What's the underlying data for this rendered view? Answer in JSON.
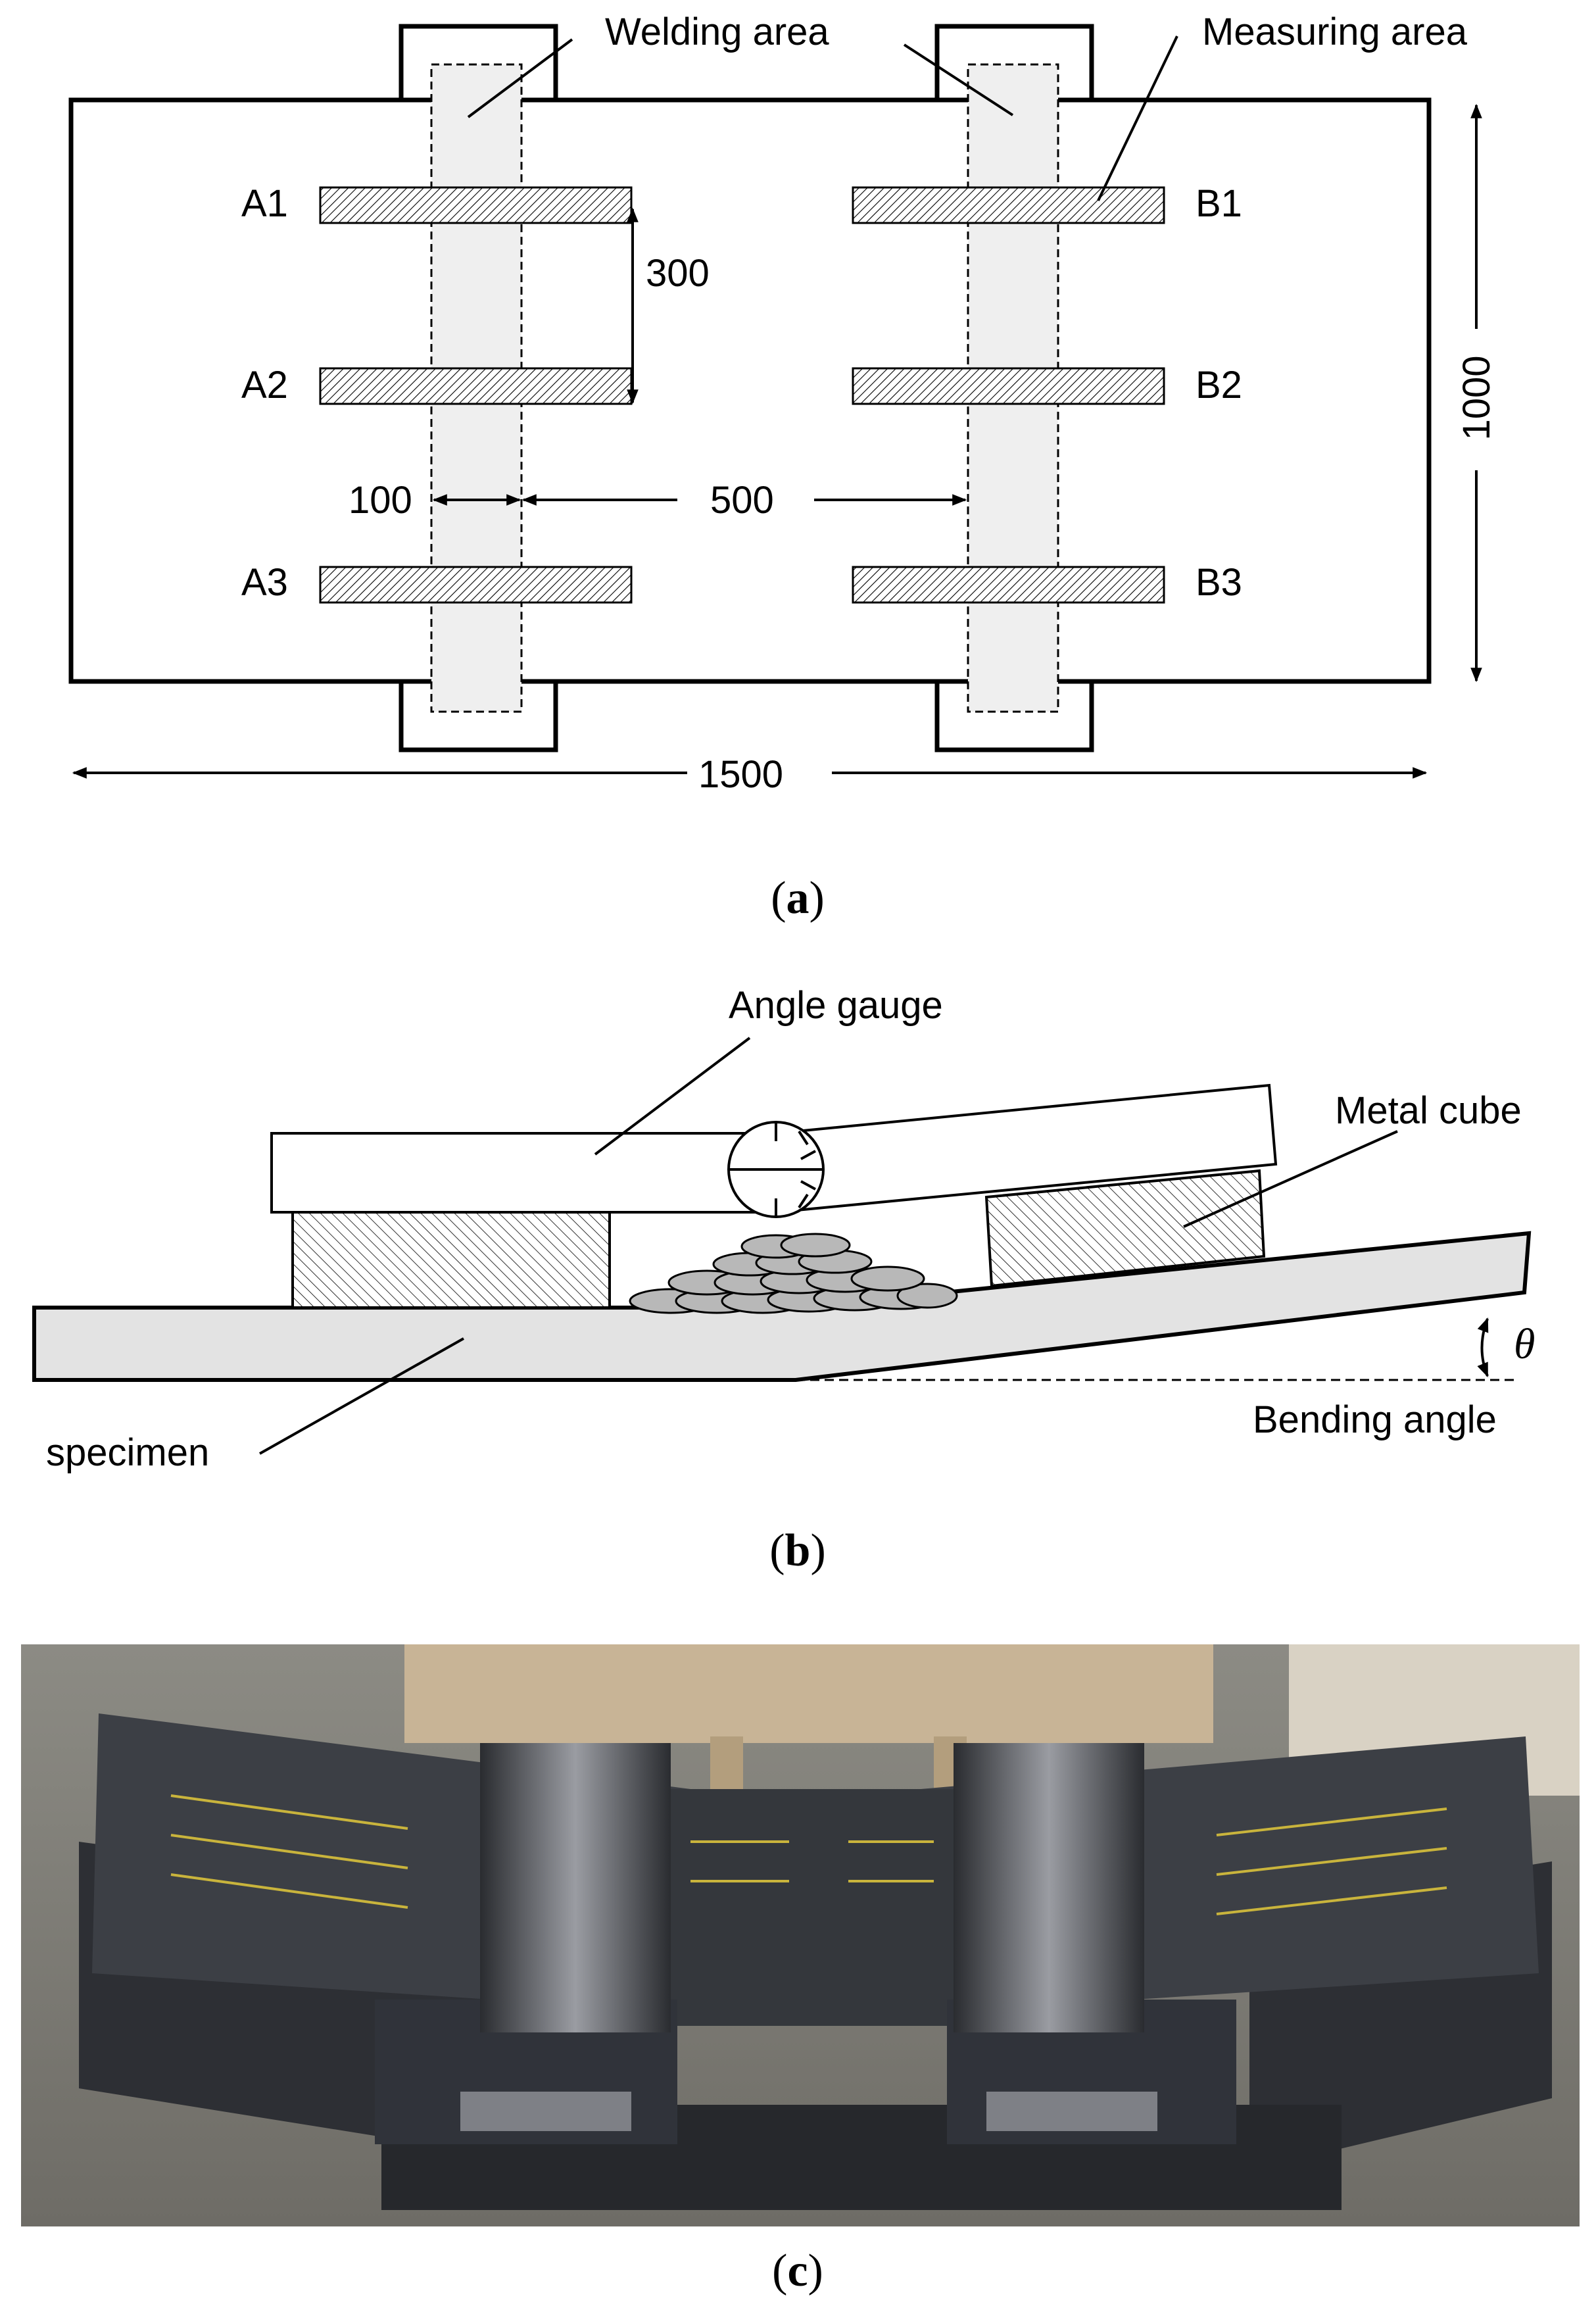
{
  "panel_a": {
    "welding_area": "Welding area",
    "measuring_area": "Measuring area",
    "labels_a": [
      "A1",
      "A2",
      "A3"
    ],
    "labels_b": [
      "B1",
      "B2",
      "B3"
    ],
    "dim_300": "300",
    "dim_100": "100",
    "dim_500": "500",
    "dim_1000": "1000",
    "dim_1500": "1500",
    "caption_open": "(",
    "caption_letter": "a",
    "caption_close": ")"
  },
  "panel_b": {
    "angle_gauge": "Angle gauge",
    "metal_cube": "Metal cube",
    "theta": "θ",
    "bending_angle": "Bending angle",
    "specimen": "specimen",
    "caption_open": "(",
    "caption_letter": "b",
    "caption_close": ")"
  },
  "panel_c": {
    "caption_open": "(",
    "caption_letter": "c",
    "caption_close": ")"
  },
  "colors": {
    "weld_fill": "#eeeeee",
    "specimen_fill": "#e3e3e3",
    "bead_fill": "#b8b8b8",
    "photo_floor": "#7a786f",
    "photo_plate": "#3a3c40"
  }
}
